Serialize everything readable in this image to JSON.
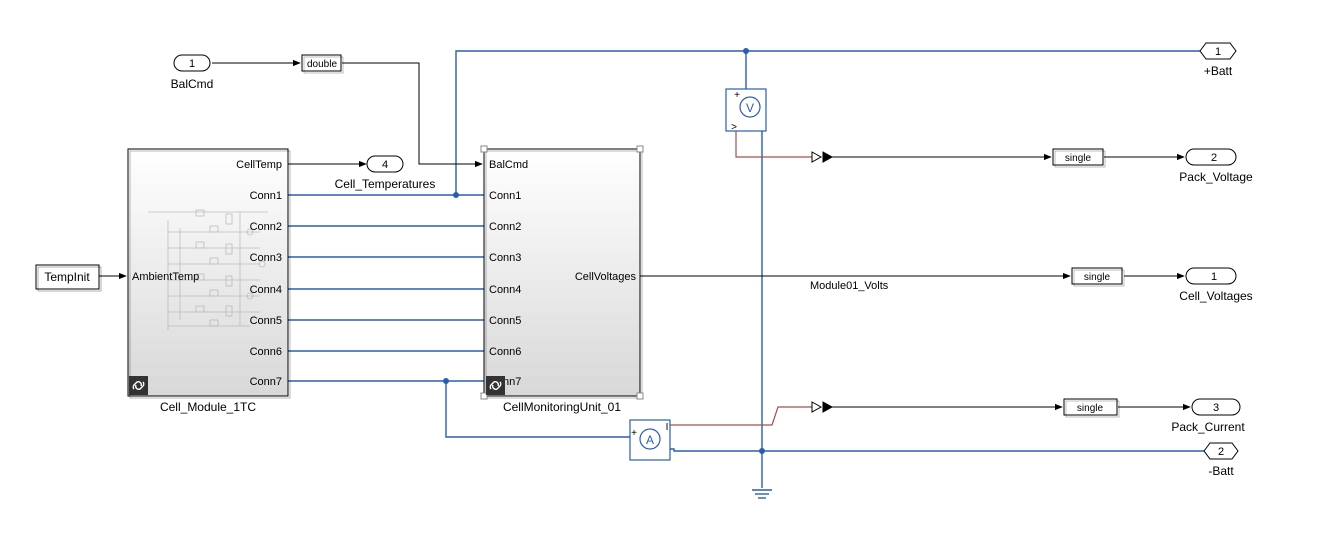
{
  "inports": {
    "balcmd": {
      "number": "1",
      "label": "BalCmd"
    },
    "tempinit": {
      "label": "TempInit"
    }
  },
  "conversions": {
    "balcmd_type": "double",
    "pack_voltage_type": "single",
    "cell_voltages_type": "single",
    "pack_current_type": "single"
  },
  "cell_module": {
    "name": "Cell_Module_1TC",
    "input_port": "AmbientTemp",
    "output_ports": [
      "CellTemp",
      "Conn1",
      "Conn2",
      "Conn3",
      "Conn4",
      "Conn5",
      "Conn6",
      "Conn7"
    ]
  },
  "cmu": {
    "name": "CellMonitoringUnit_01",
    "input_ports": [
      "BalCmd",
      "Conn1",
      "Conn2",
      "Conn3",
      "Conn4",
      "Conn5",
      "Conn6",
      "Conn7"
    ],
    "output_port": "CellVoltages"
  },
  "signals": {
    "cell_temperatures": "Cell_Temperatures",
    "module_volts": "Module01_Volts"
  },
  "outports": {
    "cell_temperatures": {
      "number": "4"
    },
    "pack_voltage": {
      "number": "2",
      "label": "Pack_Voltage"
    },
    "cell_voltages": {
      "number": "1",
      "label": "Cell_Voltages"
    },
    "pack_current": {
      "number": "3",
      "label": "Pack_Current"
    }
  },
  "conn_ports": {
    "plus_batt": {
      "number": "1",
      "label": "+Batt"
    },
    "minus_batt": {
      "number": "2",
      "label": "-Batt"
    }
  },
  "sensors": {
    "voltage_symbol": "V",
    "voltage_plus": "+",
    "voltage_out": ">",
    "current_symbol": "A",
    "current_plus": "+",
    "current_out": "I"
  },
  "colors": {
    "physical_line": "#2a5db0",
    "signal_line": "#000000",
    "sensor_signal": "#a05050"
  }
}
